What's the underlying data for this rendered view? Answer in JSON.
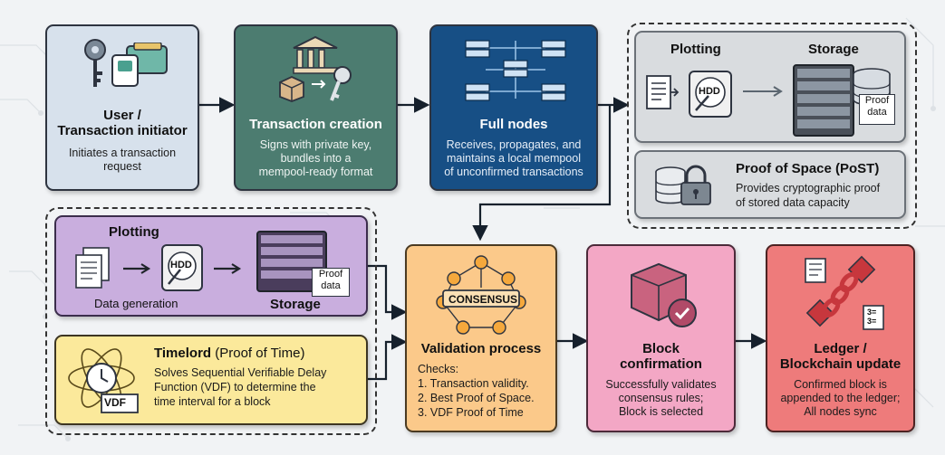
{
  "user": {
    "title_line1": "User /",
    "title_line2": "Transaction initiator",
    "desc_line1": "Initiates a transaction",
    "desc_line2": "request"
  },
  "tx": {
    "title": "Transaction creation",
    "desc_line1": "Signs with private key,",
    "desc_line2": "bundles into a",
    "desc_line3": "mempool-ready format"
  },
  "nodes": {
    "title": "Full nodes",
    "desc_line1": "Receives, propagates, and",
    "desc_line2": "maintains a local mempool",
    "desc_line3": "of unconfirmed transactions"
  },
  "top_right": {
    "plotting_label": "Plotting",
    "storage_label": "Storage",
    "hdd_label": "HDD",
    "proof_label_line1": "Proof",
    "proof_label_line2": "data",
    "post_title": "Proof of Space (PoST)",
    "post_desc_line1": "Provides cryptographic proof",
    "post_desc_line2": "of stored data capacity"
  },
  "plotting_left": {
    "title": "Plotting",
    "hdd_label": "HDD",
    "proof_label_line1": "Proof",
    "proof_label_line2": "data",
    "data_generation_label": "Data generation",
    "storage_label": "Storage"
  },
  "timelord": {
    "title_bold": "Timelord",
    "title_rest": " (Proof of Time)",
    "desc_line1": "Solves Sequential Verifiable Delay",
    "desc_line2": "Function (VDF) to determine the",
    "desc_line3": "time interval for a block",
    "vdf_label": "VDF"
  },
  "validation": {
    "consensus_label": "CONSENSUS",
    "title": "Validation process",
    "checks_label": "Checks:",
    "check1": "1. Transaction validity.",
    "check2": "2. Best Proof of Space.",
    "check3": "3. VDF Proof of Time"
  },
  "block": {
    "title_line1": "Block",
    "title_line2": "confirmation",
    "desc_line1": "Successfully validates",
    "desc_line2": "consensus rules;",
    "desc_line3": "Block is selected"
  },
  "ledger": {
    "title_line1": "Ledger /",
    "title_line2": "Blockchain update",
    "desc_line1": "Confirmed block is",
    "desc_line2": "appended to the ledger;",
    "desc_line3": "All nodes sync",
    "doc_label_line1": "3=",
    "doc_label_line2": "3="
  },
  "colors": {
    "user": "#d7e1ec",
    "transaction": "#4c7c70",
    "full_nodes": "#174f85",
    "panel_gray": "#d9dcdf",
    "plotting": "#c9aede",
    "timelord": "#fbe99b",
    "validation": "#fbc98a",
    "block": "#f3a7c5",
    "ledger": "#ee7b7b"
  },
  "icons": [
    "key-icon",
    "wallet-icon",
    "bank-icon",
    "package-icon",
    "server-rack-icon",
    "document-icon",
    "hdd-icon",
    "database-icon",
    "padlock-icon",
    "clock-atom-icon",
    "consensus-network-icon",
    "box-check-icon",
    "chain-blocks-icon"
  ]
}
